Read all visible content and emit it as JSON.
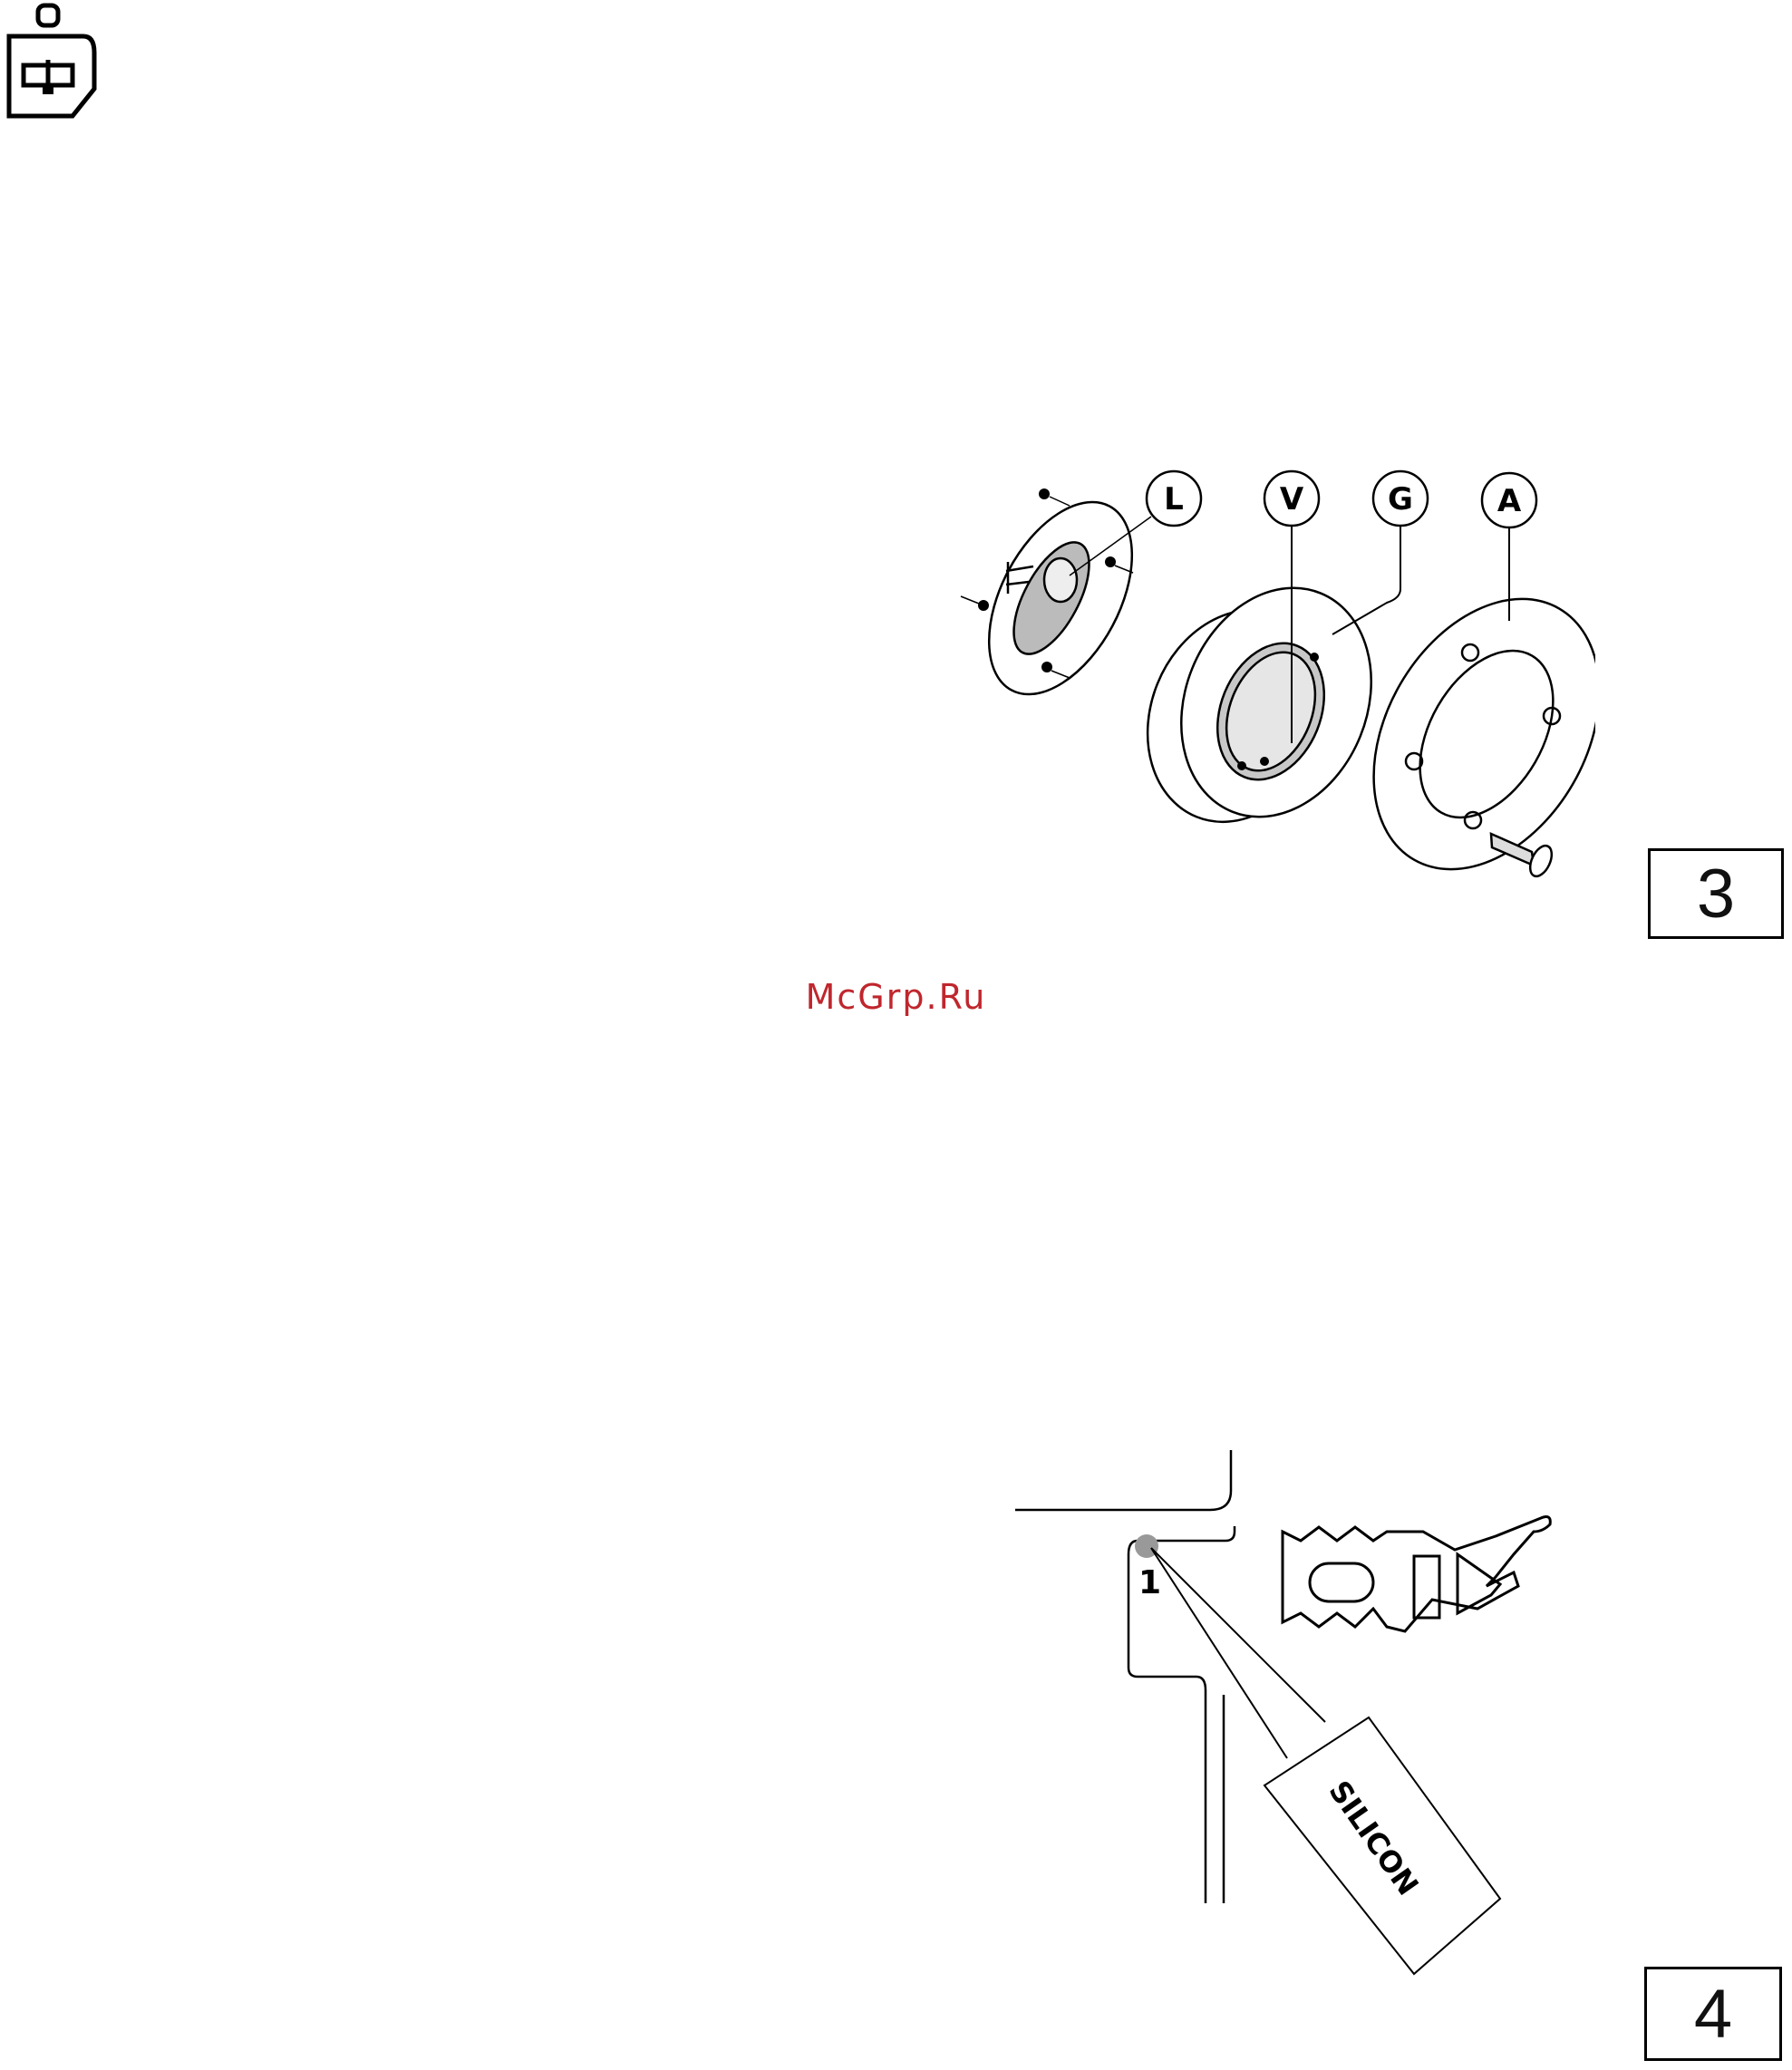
{
  "header": {
    "icon": "manual-drain-icon"
  },
  "figure3": {
    "callouts": [
      "L",
      "V",
      "G",
      "A"
    ],
    "number": "3"
  },
  "watermark": "McGrp.Ru",
  "figure4": {
    "point_label": "1",
    "tube_label": "SILICON",
    "number": "4"
  }
}
